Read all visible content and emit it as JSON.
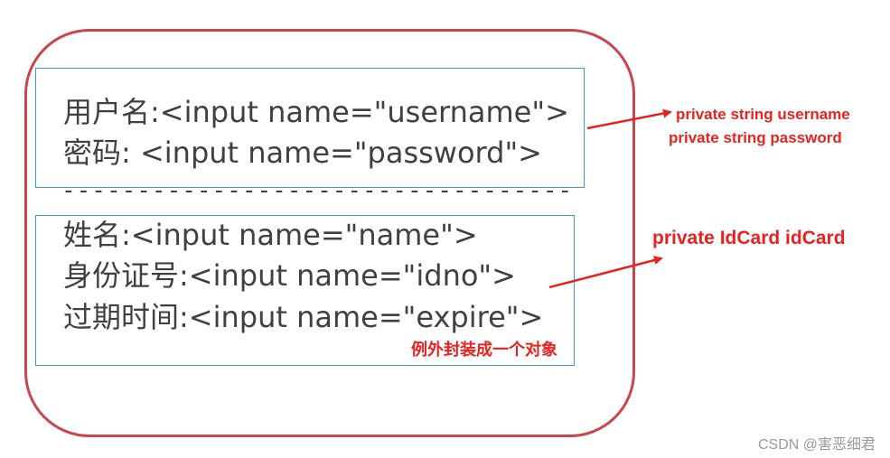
{
  "top_group": {
    "lines": [
      "用户名:<input name=\"username\">",
      "密码: <input name=\"password\">"
    ]
  },
  "divider": "----------------------------------------",
  "bottom_group": {
    "lines": [
      "姓名:<input name=\"name\">",
      "身份证号:<input name=\"idno\">",
      "过期时间:<input name=\"expire\">"
    ]
  },
  "annotations": {
    "top_target_line1": "private string username",
    "top_target_line2": "private string  password",
    "bottom_target": "private IdCard idCard",
    "note": "例外封装成一个对象"
  },
  "watermark": "CSDN @害恶细君",
  "colors": {
    "outer_border": "#c9474c",
    "box_border": "#3a9bd8",
    "annotation": "#e8231f",
    "text": "#404040"
  }
}
